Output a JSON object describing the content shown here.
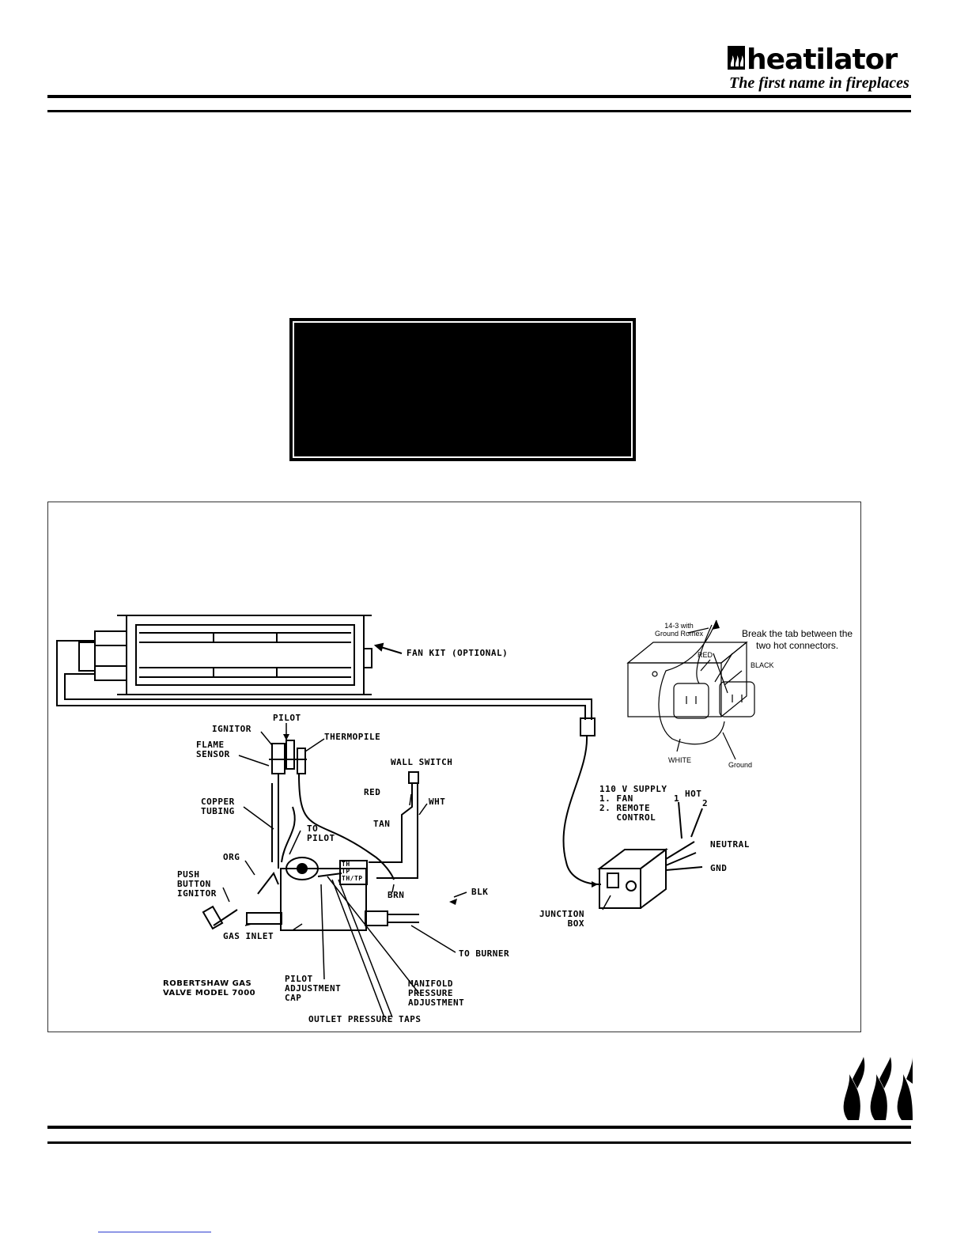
{
  "brand": {
    "name": "heatilator",
    "tagline": "The first name in fireplaces"
  },
  "diagram": {
    "fan_kit": "FAN KIT (OPTIONAL)",
    "romex": "14-3 with\nGround Romex",
    "break_tab_note": "Break the tab between the\ntwo hot connectors.",
    "red_small": "RED",
    "black_small": "BLACK",
    "white_small": "WHITE",
    "ground_small": "Ground",
    "ignitor": "IGNITOR",
    "pilot": "PILOT",
    "thermopile": "THERMOPILE",
    "flame_sensor": "FLAME\nSENSOR",
    "wall_switch": "WALL SWITCH",
    "red": "RED",
    "wht": "WHT",
    "copper_tubing": "COPPER\nTUBING",
    "tan": "TAN",
    "to_pilot": "TO\nPILOT",
    "org": "ORG",
    "push_button_ignitor": "PUSH\nBUTTON\nIGNITOR",
    "brn": "BRN",
    "th_tp_thtp": "TH\nTP\nTH/TP",
    "blk": "BLK",
    "gas_inlet": "GAS INLET",
    "to_burner": "TO BURNER",
    "valve_model": "ROBERTSHAW GAS\nVALVE MODEL 7000",
    "pilot_adjustment_cap": "PILOT\nADJUSTMENT\nCAP",
    "manifold_pressure_adjustment": "MANIFOLD\nPRESSURE\nADJUSTMENT",
    "outlet_pressure_taps": "OUTLET PRESSURE TAPS",
    "supply_110v": "110 V SUPPLY\n1. FAN\n2. REMOTE\n   CONTROL",
    "hot": "HOT",
    "hot_1": "1",
    "hot_2": "2",
    "neutral": "NEUTRAL",
    "gnd": "GND",
    "junction_box": "JUNCTION\nBOX"
  }
}
